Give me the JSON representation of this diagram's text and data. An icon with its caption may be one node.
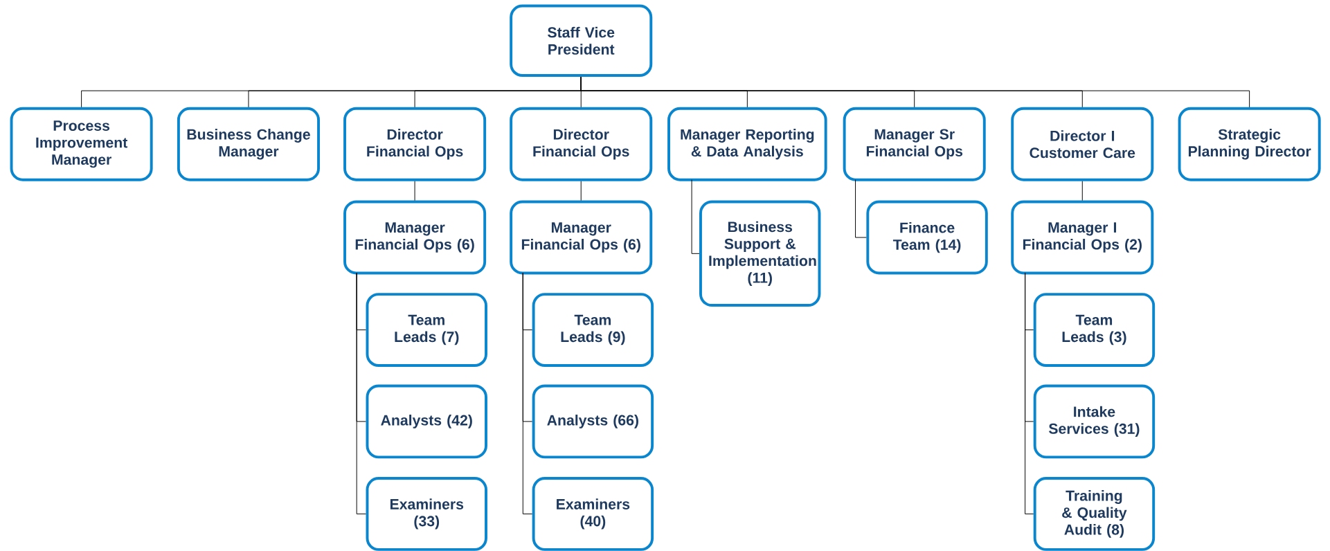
{
  "diagram": {
    "nodes": [
      {
        "text": [
          "Staff Vice President"
        ]
      },
      {
        "text": [
          "Process Improvement Manager"
        ]
      },
      {
        "text": [
          "Business Change Manager"
        ]
      },
      {
        "text": [
          "Director Financial Ops"
        ]
      },
      {
        "text": [
          "Director Financial Ops"
        ]
      },
      {
        "text": [
          "Manager Reporting & Data Analysis"
        ]
      },
      {
        "text": [
          "Manager Sr Financial Ops"
        ]
      },
      {
        "text": [
          "Director I Customer Care"
        ]
      },
      {
        "text": [
          "Strategic Planning Director"
        ]
      },
      {
        "text": [
          "Manager Financial Ops (6)"
        ]
      },
      {
        "text": [
          "Manager Financial Ops (6)"
        ]
      },
      {
        "text": [
          "Business Support & Implementation (11)"
        ]
      },
      {
        "text": [
          "Finance Team (14)"
        ]
      },
      {
        "text": [
          "Manager I Financial Ops (2)"
        ]
      },
      {
        "text": [
          "Team Leads (7)"
        ]
      },
      {
        "text": [
          "Team Leads (9)"
        ]
      },
      {
        "text": [
          "Team Leads (3)"
        ]
      },
      {
        "text": [
          "Analysts (42)"
        ]
      },
      {
        "text": [
          "Analysts (66)"
        ]
      },
      {
        "text": [
          "Intake Services (31)"
        ]
      },
      {
        "text": [
          "Examiners (33)"
        ]
      },
      {
        "text": [
          "Examiners (40)"
        ]
      },
      {
        "text": [
          "Training & Quality Audit (8)"
        ]
      }
    ],
    "edges": [
      {
        "from": 0,
        "to": 1,
        "arrow": "none"
      },
      {
        "from": 0,
        "to": 2,
        "arrow": "none"
      },
      {
        "from": 0,
        "to": 3,
        "arrow": "none"
      },
      {
        "from": 0,
        "to": 4,
        "arrow": "none"
      },
      {
        "from": 0,
        "to": 5,
        "arrow": "none"
      },
      {
        "from": 0,
        "to": 6,
        "arrow": "none"
      },
      {
        "from": 0,
        "to": 7,
        "arrow": "none"
      },
      {
        "from": 0,
        "to": 8,
        "arrow": "none"
      },
      {
        "from": 3,
        "to": 9,
        "arrow": "none"
      },
      {
        "from": 4,
        "to": 10,
        "arrow": "none"
      },
      {
        "from": 5,
        "to": 11,
        "arrow": "none"
      },
      {
        "from": 6,
        "to": 12,
        "arrow": "none"
      },
      {
        "from": 7,
        "to": 13,
        "arrow": "none"
      },
      {
        "from": 9,
        "to": 14,
        "arrow": "none"
      },
      {
        "from": 9,
        "to": 17,
        "arrow": "none"
      },
      {
        "from": 9,
        "to": 20,
        "arrow": "none"
      },
      {
        "from": 10,
        "to": 15,
        "arrow": "none"
      },
      {
        "from": 10,
        "to": 18,
        "arrow": "none"
      },
      {
        "from": 10,
        "to": 21,
        "arrow": "none"
      },
      {
        "from": 13,
        "to": 16,
        "arrow": "none"
      },
      {
        "from": 13,
        "to": 19,
        "arrow": "none"
      },
      {
        "from": 13,
        "to": 22,
        "arrow": "none"
      }
    ]
  }
}
